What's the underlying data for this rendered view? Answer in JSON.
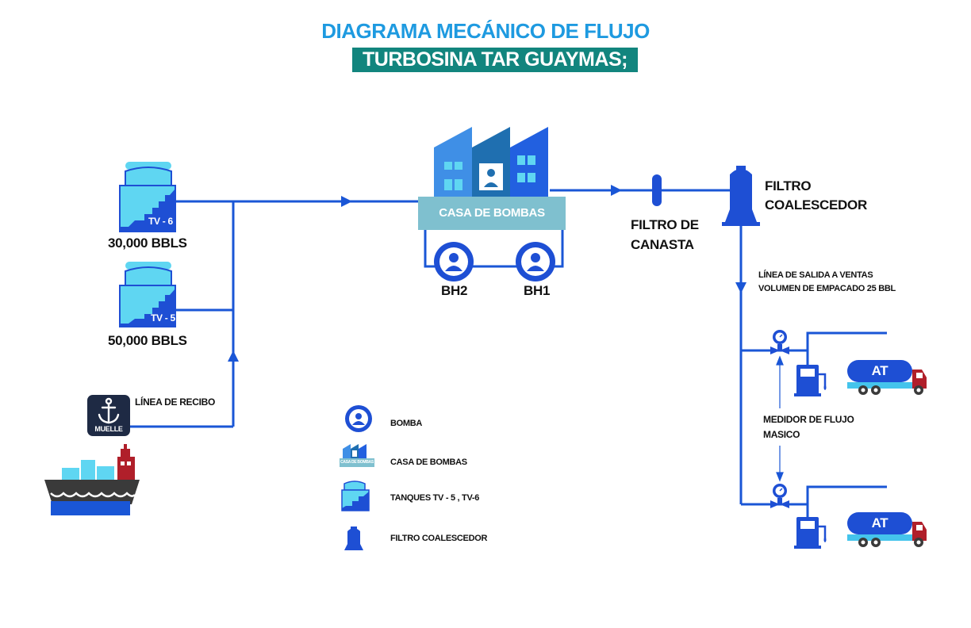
{
  "header": {
    "title": "DIAGRAMA MECÁNICO DE FLUJO",
    "subtitle": "TURBOSINA TAR GUAYMAS; SON."
  },
  "colors": {
    "title_blue": "#1e9ae0",
    "subtitle_bg": "#12857e",
    "pipe": "#1a56d6",
    "dark_blue": "#1e4fd4",
    "tank_cyan": "#5fd6f2",
    "pumphouse_band": "#7fc0cf",
    "truck_tank": "#44c4ec",
    "truck_cab": "#b01f2a",
    "ship_hull": "#3a3a3a",
    "muelle_bg": "#1e2a44"
  },
  "tanks": [
    {
      "tag": "TV - 6",
      "capacity": "30,000 BBLS"
    },
    {
      "tag": "TV - 5",
      "capacity": "50,000 BBLS"
    }
  ],
  "receiving": {
    "line_label": "LÍNEA DE RECIBO",
    "dock_label": "MUELLE"
  },
  "pump_house": {
    "label": "CASA DE BOMBAS",
    "pumps": [
      "BH2",
      "BH1"
    ]
  },
  "basket_filter": {
    "label_line1": "FILTRO DE",
    "label_line2": "CANASTA"
  },
  "coalescer_filter": {
    "label_line1": "FILTRO",
    "label_line2": "COALESCEDOR"
  },
  "sales_line": {
    "line1": "LÍNEA DE SALIDA A VENTAS",
    "line2": "VOLUMEN DE EMPACADO 25 BBL"
  },
  "flow_meter": {
    "line1": "MEDIDOR DE FLUJO",
    "line2": "MASICO"
  },
  "trucks": [
    {
      "label": "AT"
    },
    {
      "label": "AT"
    }
  ],
  "legend": {
    "items": [
      {
        "icon": "pump-icon",
        "label": "BOMBA"
      },
      {
        "icon": "pump-house-icon",
        "label": "CASA DE BOMBAS",
        "mini": "CASA DE BOMBAS"
      },
      {
        "icon": "tank-icon",
        "label": "TANQUES TV - 5 , TV-6"
      },
      {
        "icon": "coalescer-filter-icon",
        "label": "FILTRO COALESCEDOR"
      }
    ]
  }
}
